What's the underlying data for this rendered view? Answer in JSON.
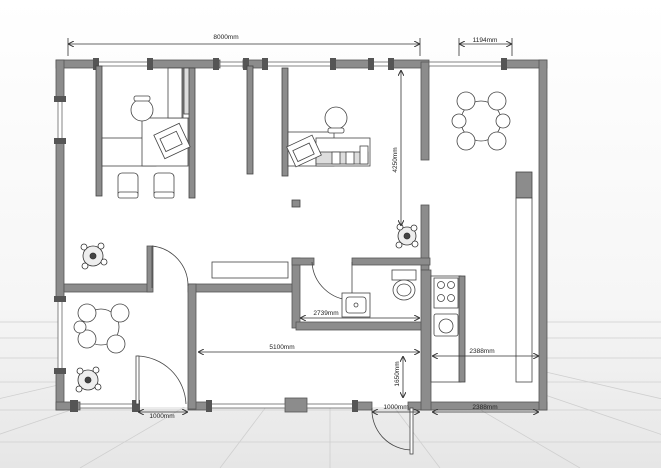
{
  "dimensions": {
    "top_width": "8000mm",
    "top_right_width": "1194mm",
    "vertical_right": "4250mm",
    "bathroom_width": "2739mm",
    "corridor_width": "5100mm",
    "corridor_height": "1650mm",
    "kitchen_width_upper": "2388mm",
    "kitchen_width_lower": "2388mm",
    "door_left_width": "1000mm",
    "door_right_width": "1000mm"
  },
  "colors": {
    "wall": "#8c8c8c",
    "wall_stroke": "#555555",
    "furniture": "#ffffff",
    "line": "#333333",
    "floor_grid": "#cfcfcf",
    "background_top": "#ffffff",
    "background_floor": "#e8e8e8"
  },
  "icons": [
    "plant-icon",
    "chair-icon",
    "table-icon",
    "sink-icon",
    "toilet-icon",
    "stove-icon",
    "door-swing-icon",
    "window-icon"
  ]
}
